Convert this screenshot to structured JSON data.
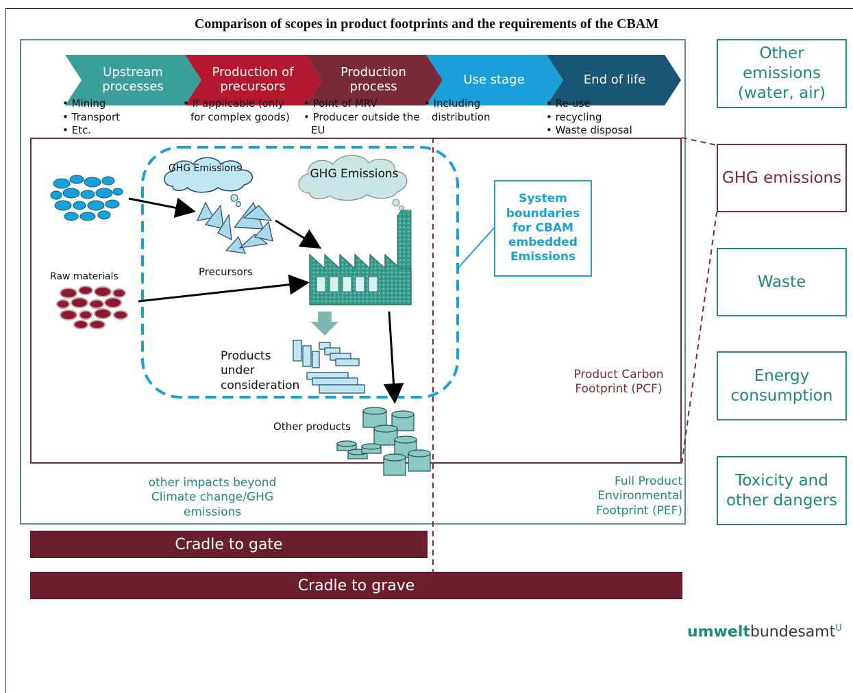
{
  "title": "Comparison of scopes in product footprints and the requirements of the CBAM",
  "stages": [
    {
      "label": "Upstream processes",
      "color": "#3a9e9a",
      "bullets": [
        "Mining",
        "Transport",
        "Etc."
      ]
    },
    {
      "label": "Production of precursors",
      "color": "#b3182e",
      "bullets": [
        "If applicable (only for complex goods)"
      ]
    },
    {
      "label": "Production process",
      "color": "#7b2a39",
      "bullets": [
        "Point of MRV",
        "Producer outside the EU"
      ]
    },
    {
      "label": "Use stage",
      "color": "#1aa0d8",
      "bullets": [
        "Including distribution"
      ]
    },
    {
      "label": "End of life",
      "color": "#1b5576",
      "bullets": [
        "Re-use",
        "recycling",
        "Waste disposal"
      ]
    }
  ],
  "side_boxes": [
    {
      "label": "Other emissions (water, air)"
    },
    {
      "label": "GHG emissions"
    },
    {
      "label": "Waste"
    },
    {
      "label": "Energy consumption"
    },
    {
      "label": "Toxicity and other dangers"
    }
  ],
  "diagram": {
    "ghg_small": "GHG Emissions",
    "ghg_large": "GHG Emissions",
    "precursors": "Precursors",
    "raw_materials": "Raw materials",
    "products_under": "Products under consideration",
    "other_products": "Other products",
    "cbam_box": "System boundaries for CBAM embedded Emissions",
    "pcf": "Product Carbon Footprint (PCF)",
    "pef": "Full Product Environmental Footprint (PEF)",
    "other_impacts": "other impacts beyond Climate change/GHG emissions"
  },
  "bars": {
    "cradle_to_gate": "Cradle to gate",
    "cradle_to_grave": "Cradle to grave"
  },
  "logo": {
    "bold": "umwelt",
    "rest": "bundesamt",
    "mark": "U"
  },
  "colors": {
    "teal": "#1d8a7a",
    "maroon": "#7b2a39",
    "cbam_blue": "#1aa0d8"
  }
}
